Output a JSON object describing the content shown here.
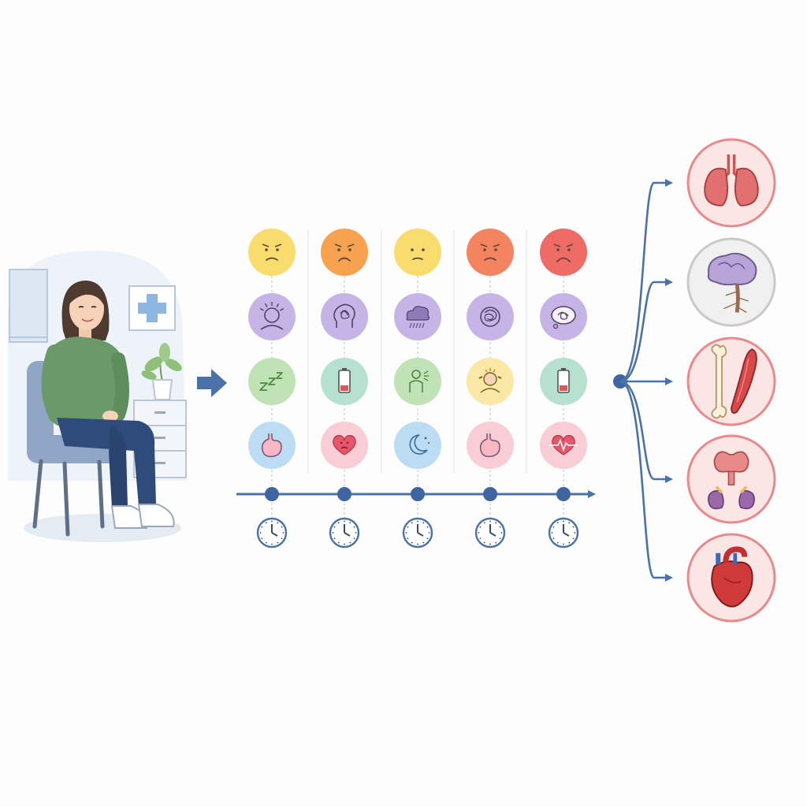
{
  "colors": {
    "accent": "#4a72a8",
    "yellow": "#f9dc6e",
    "orange": "#f7a24f",
    "coral": "#f4845f",
    "red": "#ee6b66",
    "purple": "#c7b4e6",
    "green": "#bfe3b4",
    "teal": "#b7e1cf",
    "pale_yellow": "#fbe7a6",
    "blue": "#bcdcf4",
    "pink": "#f9cdd6",
    "organ_ring_red": "#e88a8a",
    "organ_fill_red": "#fbe6e6",
    "organ_ring_grey": "#c9c9c9",
    "organ_fill_grey": "#f0f0f0"
  },
  "patient": {
    "icon": "seated-woman-illustration",
    "room_icons": [
      "window",
      "medical-cross-sign",
      "potted-plant",
      "dresser"
    ]
  },
  "timeline": {
    "columns": [
      {
        "symptoms": [
          {
            "icon": "sad-face-icon",
            "color": "yellow"
          },
          {
            "icon": "headache-head-icon",
            "color": "purple"
          },
          {
            "icon": "sleep-zzz-icon",
            "color": "green"
          },
          {
            "icon": "stomach-icon",
            "color": "blue"
          }
        ]
      },
      {
        "symptoms": [
          {
            "icon": "frown-face-icon",
            "color": "orange"
          },
          {
            "icon": "tangled-thoughts-head-icon",
            "color": "purple"
          },
          {
            "icon": "low-battery-icon",
            "color": "teal"
          },
          {
            "icon": "sad-heart-icon",
            "color": "pink"
          }
        ]
      },
      {
        "symptoms": [
          {
            "icon": "worried-face-icon",
            "color": "yellow"
          },
          {
            "icon": "rain-cloud-icon",
            "color": "purple"
          },
          {
            "icon": "cough-person-icon",
            "color": "green"
          },
          {
            "icon": "moon-night-icon",
            "color": "blue"
          }
        ]
      },
      {
        "symptoms": [
          {
            "icon": "sad-face-icon",
            "color": "coral"
          },
          {
            "icon": "tangled-brain-icon",
            "color": "purple"
          },
          {
            "icon": "stressed-person-icon",
            "color": "pale_yellow"
          },
          {
            "icon": "stomach-icon",
            "color": "pink"
          }
        ]
      },
      {
        "symptoms": [
          {
            "icon": "very-sad-face-icon",
            "color": "red"
          },
          {
            "icon": "thought-bubble-scribble-icon",
            "color": "purple"
          },
          {
            "icon": "low-battery-icon",
            "color": "teal"
          },
          {
            "icon": "heartbeat-heart-icon",
            "color": "pink"
          }
        ]
      }
    ],
    "time_icon": "clock-icon"
  },
  "organs": [
    {
      "icon": "lungs-icon",
      "ring": "red"
    },
    {
      "icon": "brain-nervous-system-icon",
      "ring": "grey"
    },
    {
      "icon": "bone-muscle-icon",
      "ring": "red"
    },
    {
      "icon": "thyroid-kidneys-icon",
      "ring": "red"
    },
    {
      "icon": "heart-icon",
      "ring": "red"
    }
  ]
}
